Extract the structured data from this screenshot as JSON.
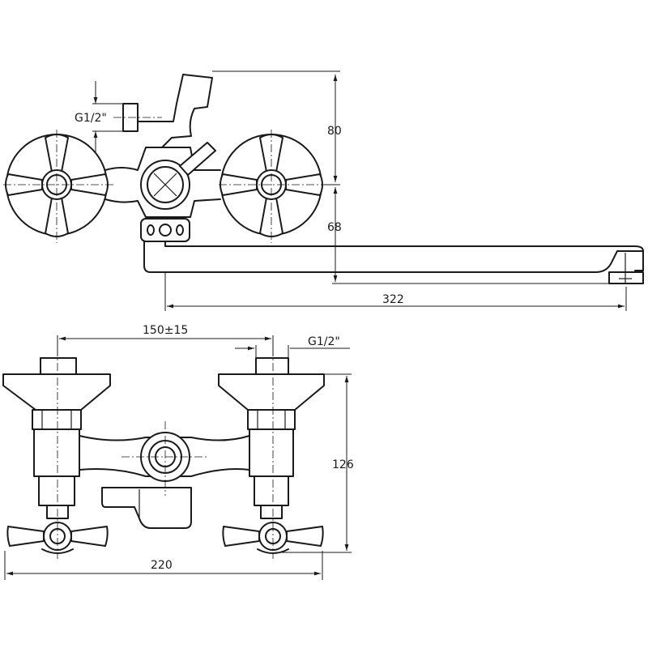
{
  "dimensions": {
    "thread_top_view": "G1/2\"",
    "upper_height": "80",
    "lower_height": "68",
    "spout_length": "322",
    "center_distance": "150±15",
    "thread_front_view": "G1/2\"",
    "body_height": "126",
    "overall_width": "220"
  }
}
